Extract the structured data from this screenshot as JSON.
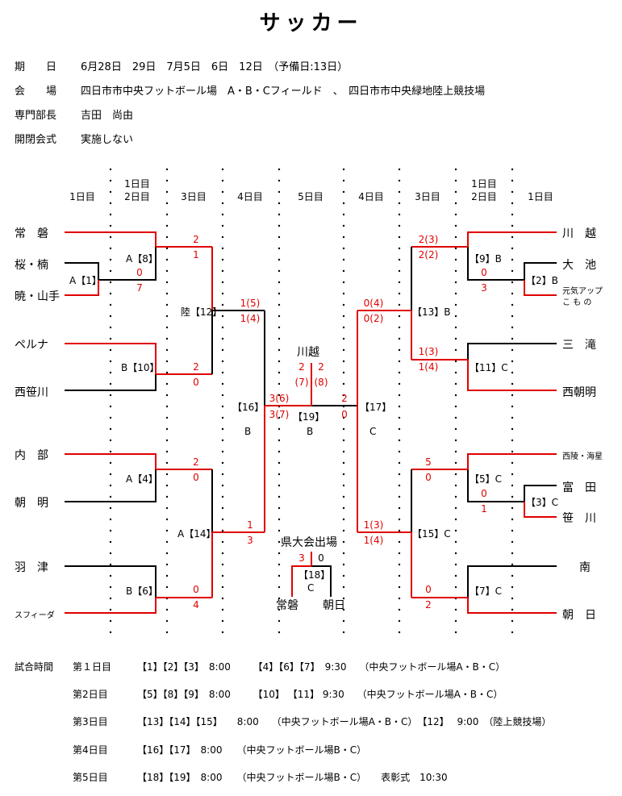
{
  "title": "サッカー",
  "info": [
    {
      "label": "期　　日",
      "value": "6月28日　29日　7月5日　6日　12日　（予備日:13日）"
    },
    {
      "label": "会　　場",
      "value": "四日市市中央フットボール場　A・B・Cフィールド　、　四日市市中央緑地陸上競技場"
    },
    {
      "label": "専門部長",
      "value": "吉田　尚由"
    },
    {
      "label": "開閉会式",
      "value": "実施しない"
    }
  ],
  "day_headers": {
    "d1": "1日目",
    "d12": "1日目\n2日目",
    "d3": "3日目",
    "d4": "4日目",
    "d5": "5日目"
  },
  "teams_left": [
    "常　磐",
    "桜・楠",
    "暁・山手",
    "ペルナ",
    "西笹川",
    "内　部",
    "朝　明",
    "羽　津",
    "スフィーダ"
  ],
  "teams_right": [
    "川　越",
    "大　池",
    "元気アップ",
    "こ も の",
    "三　滝",
    "西朝明",
    "西陵・海星",
    "富　田",
    "笹　川",
    "南",
    "朝　日"
  ],
  "matches": {
    "m1": "A【1】",
    "m8": "A【8】",
    "m10": "B【10】",
    "m12": "陸【12】",
    "m4": "A【4】",
    "m14": "A【14】",
    "m6": "B【6】",
    "m16": "【16】",
    "m16f": "B",
    "m19": "【19】",
    "m19f": "B",
    "m17": "【17】",
    "m17f": "C",
    "m9": "【9】B",
    "m2": "【2】B",
    "m13": "【13】B",
    "m11": "【11】C",
    "m5": "【5】C",
    "m3": "【3】C",
    "m15": "【15】C",
    "m7": "【7】C",
    "m18": "【18】",
    "m18f": "C"
  },
  "scores": {
    "s1a": "0",
    "s1b": "7",
    "s8a": "2",
    "s8b": "1",
    "s10a": "2",
    "s10b": "0",
    "s12a": "1(5)",
    "s12b": "1(4)",
    "s4a": "2",
    "s4b": "0",
    "s6a": "0",
    "s6b": "4",
    "s14a": "1",
    "s14b": "3",
    "s16a": "3(6)",
    "s16b": "3(7)",
    "s17a": "2",
    "s17b": "0",
    "s19a": "2",
    "s19b": "2",
    "s19c": "(7)",
    "s19d": "(8)",
    "s9a": "2(3)",
    "s9b": "2(2)",
    "s2a": "0",
    "s2b": "3",
    "s13a": "0(4)",
    "s13b": "0(2)",
    "s11a": "1(3)",
    "s11b": "1(4)",
    "s5a": "5",
    "s5b": "0",
    "s3a": "0",
    "s3b": "1",
    "s15a": "1(3)",
    "s15b": "1(4)",
    "s7a": "0",
    "s7b": "2",
    "s18a": "3",
    "s18b": "0"
  },
  "final_winner": "川越",
  "kentaikai_label": "県大会出場",
  "kentaikai_teams": [
    "常磐",
    "朝日"
  ],
  "schedule": {
    "label": "試合時間",
    "rows": [
      {
        "day": "第１日目",
        "text": "【1】【2】【3】　8:00　　 【4】【6】【7】　9:30　 （中央フットボール場A・B・C）"
      },
      {
        "day": "第2日目",
        "text": "【5】【8】【9】　8:00　　 【10】 【11】 9:30　 （中央フットボール場A・B・C）"
      },
      {
        "day": "第3日目",
        "text": "【13】【14】【15】　　8:00　 （中央フットボール場A・B・C）　【12】　 9:00　（陸上競技場）"
      },
      {
        "day": "第4日目",
        "text": "【16】【17】　8:00　　（中央フットボール場B・C）"
      },
      {
        "day": "第5日目",
        "text": "【18】【19】　8:00　　（中央フットボール場B・C）　　表彰式　10:30"
      }
    ]
  },
  "colors": {
    "win": "#e00000",
    "line": "#000000"
  }
}
